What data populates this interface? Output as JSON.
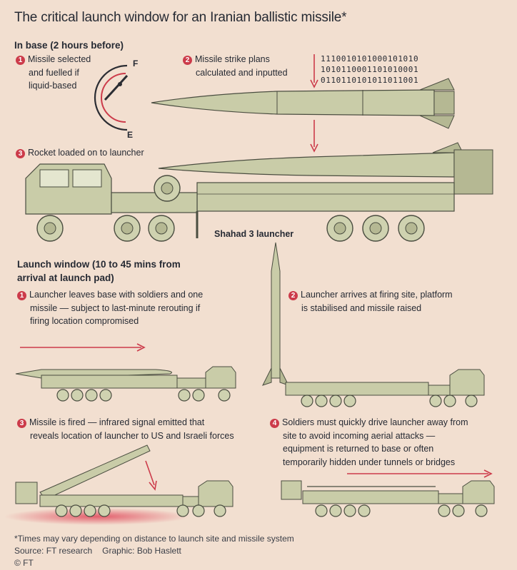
{
  "title": "The critical launch window for an Iranian ballistic missile*",
  "in_base": {
    "heading": "In base (2 hours before)",
    "step1": {
      "num": "1",
      "text": [
        "Missile selected",
        "and fuelled if",
        "liquid-based"
      ]
    },
    "step2": {
      "num": "2",
      "text": [
        "Missile strike plans",
        "calculated and inputted"
      ]
    },
    "step3": {
      "num": "3",
      "text": [
        "Rocket loaded on to launcher"
      ]
    },
    "gauge": {
      "full": "F",
      "empty": "E"
    },
    "binary": [
      "1110010101000101010",
      "1010110001101010001",
      "0110110101011011001"
    ],
    "launcher_label": "Shahad 3 launcher"
  },
  "launch_window": {
    "heading": [
      "Launch window (10 to 45 mins from",
      "arrival at launch pad)"
    ],
    "step1": {
      "num": "1",
      "text": [
        "Launcher leaves base with soldiers and one",
        "missile — subject to last-minute rerouting if",
        "firing location compromised"
      ]
    },
    "step2": {
      "num": "2",
      "text": [
        "Launcher arrives at firing site, platform",
        "is stabilised and missile raised"
      ]
    },
    "step3": {
      "num": "3",
      "text": [
        "Missile is fired — infrared signal emitted that",
        "reveals location of launcher to US and Israeli forces"
      ]
    },
    "step4": {
      "num": "4",
      "text": [
        "Soldiers must quickly drive launcher away from",
        "site to avoid incoming aerial attacks —",
        "equipment is returned to base or often",
        "temporarily hidden under tunnels or bridges"
      ]
    }
  },
  "footer": {
    "note": "*Times may vary depending on distance to launch site and missile system",
    "source": "Source: FT research",
    "graphic": "Graphic: Bob Haslett",
    "copyright": "© FT"
  },
  "colors": {
    "background": "#f2dfd0",
    "accent": "#cc3b4a",
    "vehicle": "#c9cca8",
    "outline": "#4a4d40"
  }
}
